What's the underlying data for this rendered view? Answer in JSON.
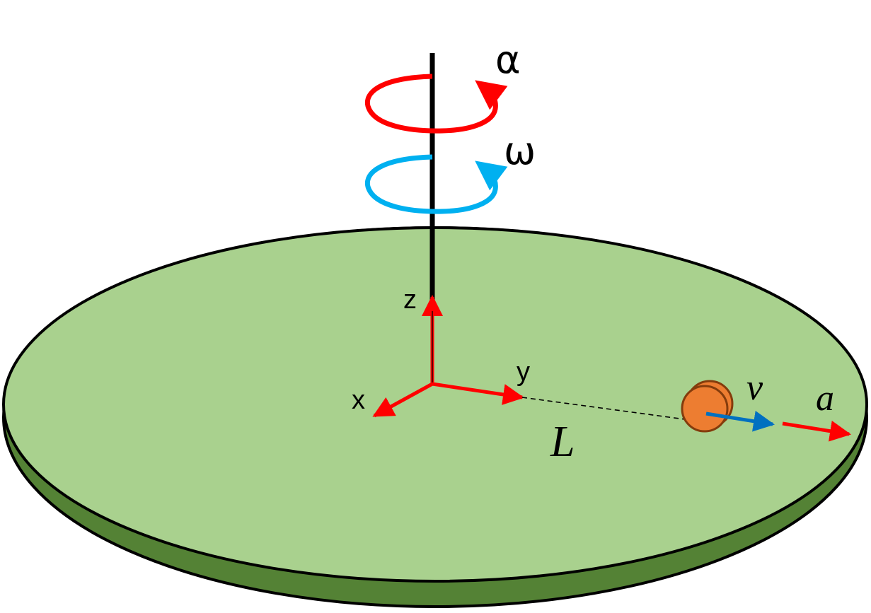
{
  "labels": {
    "alpha": "α",
    "omega": "ω",
    "axis_z": "z",
    "axis_y": "y",
    "axis_x": "x",
    "distance": "L",
    "velocity": "v",
    "acceleration": "a"
  },
  "colors": {
    "disk_top": "#a9d18e",
    "disk_side": "#548235",
    "axle": "#000000",
    "alpha_arrow": "#ff0000",
    "omega_arrow": "#00b0f0",
    "axes": "#ff0000",
    "mass": "#ed7d31",
    "mass_edge": "#843c0c",
    "velocity_arrow": "#0070c0",
    "acceleration_arrow": "#ff0000"
  }
}
